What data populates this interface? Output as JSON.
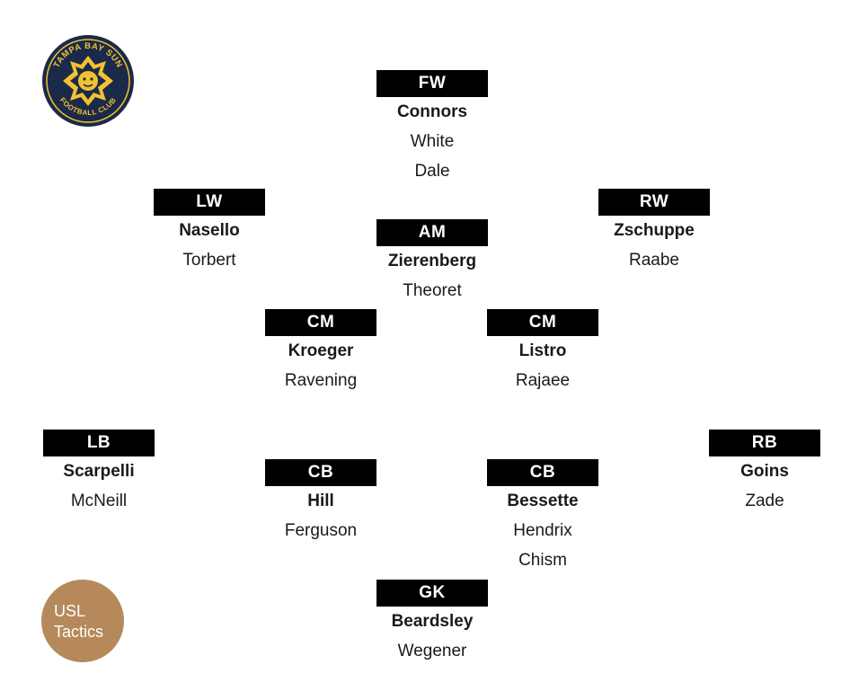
{
  "club": {
    "logo_top_text": "TAMPA BAY SUN",
    "logo_bottom_text": "FOOTBALL CLUB",
    "colors": {
      "navy": "#1b2a4a",
      "gold": "#f2c230"
    }
  },
  "badge": {
    "line1": "USL",
    "line2": "Tactics",
    "color": "#b5895a"
  },
  "formation": [
    {
      "pos": "FW",
      "players": [
        "Connors",
        "White",
        "Dale"
      ]
    },
    {
      "pos": "LW",
      "players": [
        "Nasello",
        "Torbert"
      ]
    },
    {
      "pos": "AM",
      "players": [
        "Zierenberg",
        "Theoret"
      ]
    },
    {
      "pos": "RW",
      "players": [
        "Zschuppe",
        "Raabe"
      ]
    },
    {
      "pos": "CM",
      "players": [
        "Kroeger",
        "Ravening"
      ]
    },
    {
      "pos": "CM",
      "players": [
        "Listro",
        "Rajaee"
      ]
    },
    {
      "pos": "LB",
      "players": [
        "Scarpelli",
        "McNeill"
      ]
    },
    {
      "pos": "CB",
      "players": [
        "Hill",
        "Ferguson"
      ]
    },
    {
      "pos": "CB",
      "players": [
        "Bessette",
        "Hendrix",
        "Chism"
      ]
    },
    {
      "pos": "RB",
      "players": [
        "Goins",
        "Zade"
      ]
    },
    {
      "pos": "GK",
      "players": [
        "Beardsley",
        "Wegener"
      ]
    }
  ]
}
